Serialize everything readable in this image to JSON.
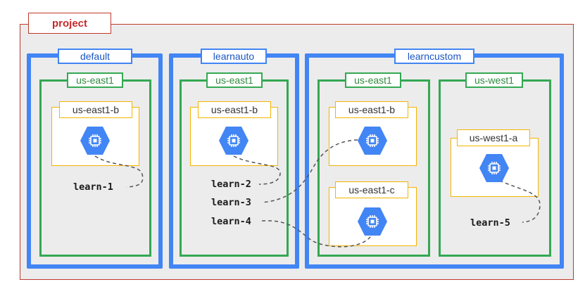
{
  "project": {
    "label": "project"
  },
  "networks": [
    {
      "label": "default"
    },
    {
      "label": "learnauto"
    },
    {
      "label": "learncustom"
    }
  ],
  "regions": [
    {
      "label": "us-east1"
    },
    {
      "label": "us-east1"
    },
    {
      "label": "us-east1"
    },
    {
      "label": "us-west1"
    }
  ],
  "zones": [
    {
      "label": "us-east1-b"
    },
    {
      "label": "us-east1-b"
    },
    {
      "label": "us-east1-b"
    },
    {
      "label": "us-east1-c"
    },
    {
      "label": "us-west1-a"
    }
  ],
  "instances": [
    {
      "label": "learn-1"
    },
    {
      "label": "learn-2"
    },
    {
      "label": "learn-3"
    },
    {
      "label": "learn-4"
    },
    {
      "label": "learn-5"
    }
  ],
  "icons": {
    "compute": "compute-engine-icon"
  },
  "colors": {
    "project": "#c0392b",
    "network": "#4285f4",
    "region": "#34a853",
    "zone": "#f4b400",
    "compute_icon": "#4285f4"
  }
}
